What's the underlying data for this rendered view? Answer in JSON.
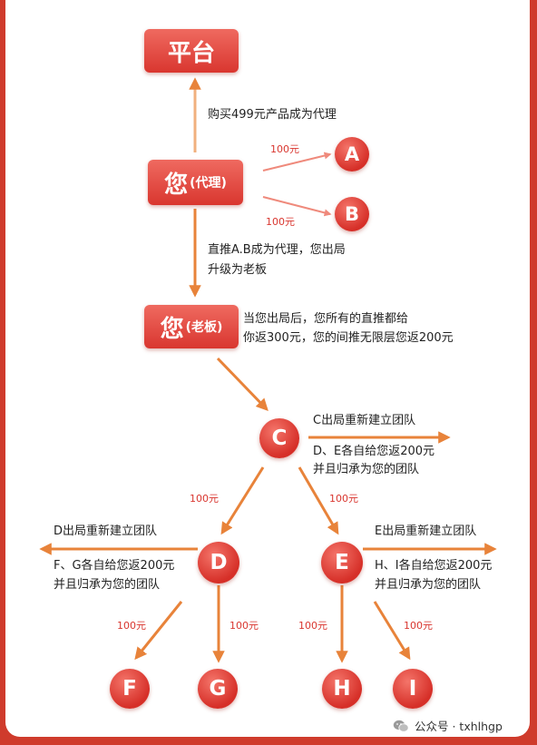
{
  "colors": {
    "accent": "#d9362f",
    "arrow": "#e8833a",
    "background": "#cf3b2c"
  },
  "nodes": {
    "platform": {
      "label": "平台"
    },
    "you_agent": {
      "label": "您",
      "sub": "(代理)"
    },
    "you_boss": {
      "label": "您",
      "sub": "(老板)"
    },
    "a": "A",
    "b": "B",
    "c": "C",
    "d": "D",
    "e": "E",
    "f": "F",
    "g": "G",
    "h": "H",
    "i": "I"
  },
  "texts": {
    "buy_agent": "购买499元产品成为代理",
    "upgrade_line1": "直推A.B成为代理，您出局",
    "upgrade_line2": "升级为老板",
    "boss_line1": "当您出局后，您所有的直推都给",
    "boss_line2": "你返300元，您的间推无限层您返200元",
    "c_line1": "C出局重新建立团队",
    "c_line2": "D、E各自给您返200元",
    "c_line3": "并且归承为您的团队",
    "d_line1": "D出局重新建立团队",
    "d_line2": "F、G各自给您返200元",
    "d_line3": "并且归承为您的团队",
    "e_line1": "E出局重新建立团队",
    "e_line2": "H、I各自给您返200元",
    "e_line3": "并且归承为您的团队"
  },
  "amounts": {
    "a": "100元",
    "b": "100元",
    "d": "100元",
    "e": "100元",
    "f": "100元",
    "g": "100元",
    "h": "100元",
    "i": "100元"
  },
  "watermark": {
    "icon": "wechat-icon",
    "text": "公众号 · txhlhgp"
  }
}
